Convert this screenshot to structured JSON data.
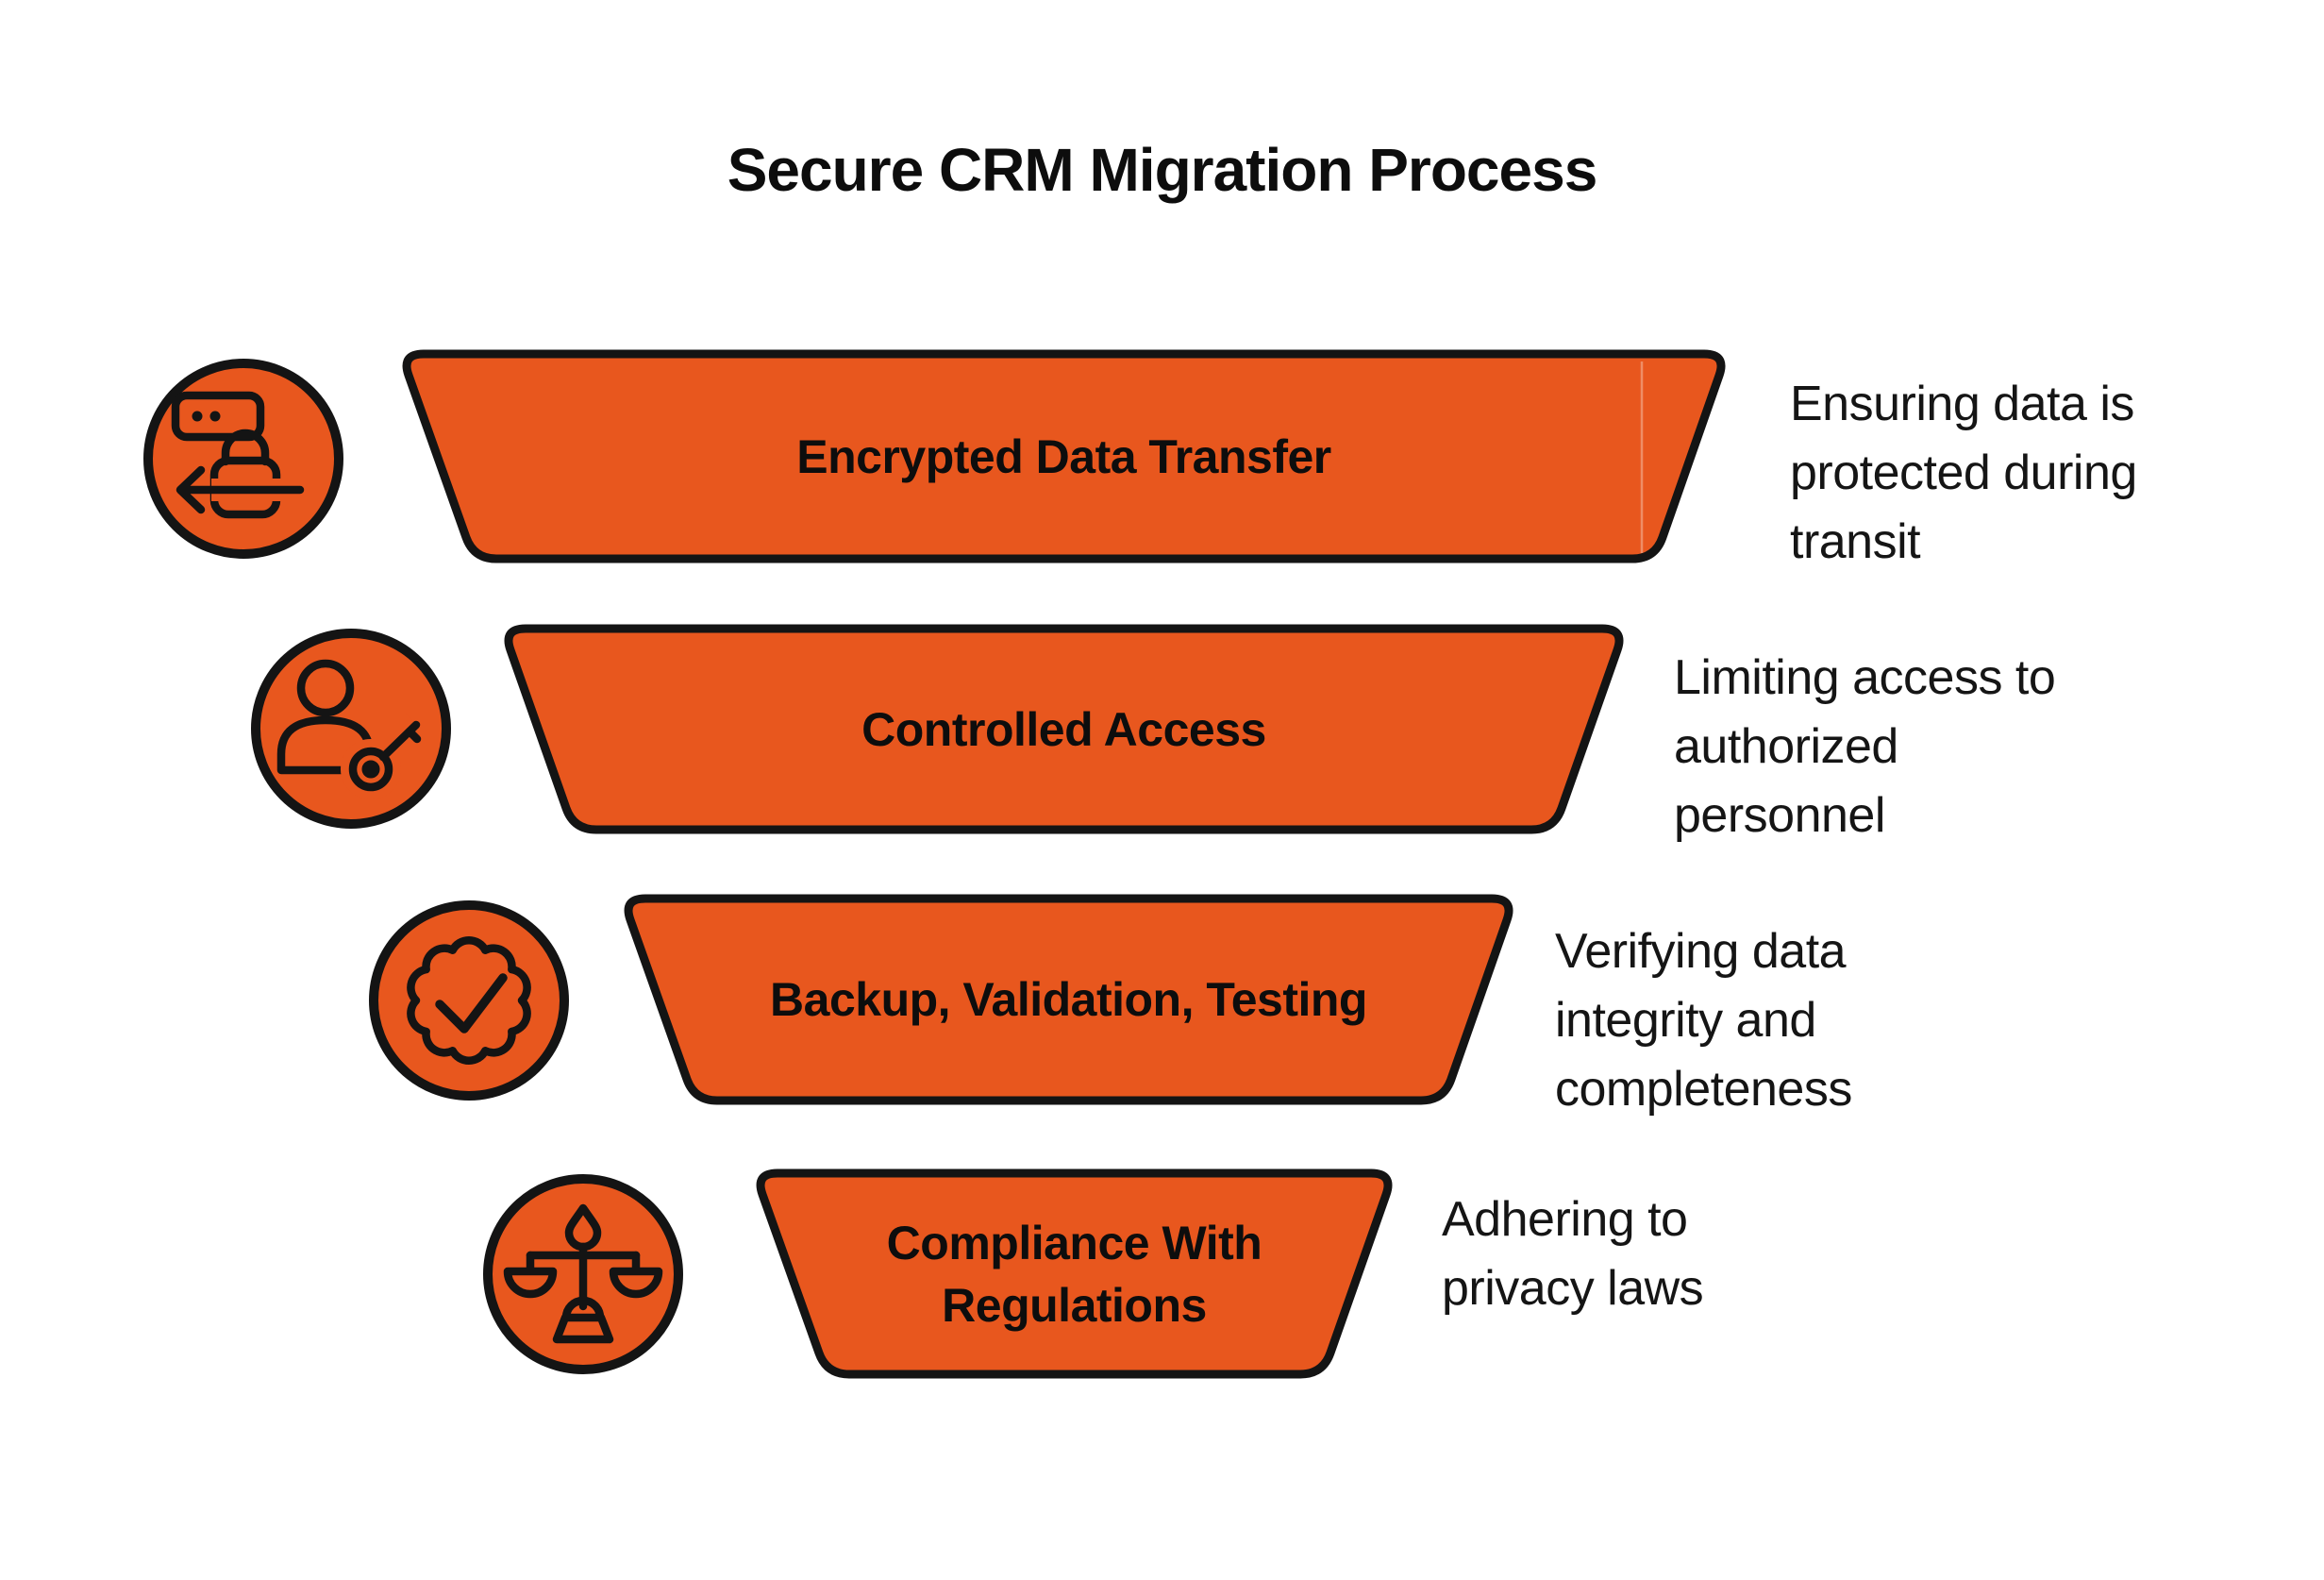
{
  "title": "Secure CRM Migration Process",
  "colors": {
    "accent": "#E8571E",
    "ink": "#141414",
    "background": "#FFFFFF",
    "text": "#141414"
  },
  "stages": [
    {
      "label": "Encrypted Data Transfer",
      "description": "Ensuring data is\nprotected during\ntransit",
      "icon": "password-lock-transfer-icon"
    },
    {
      "label": "Controlled Access",
      "description": "Limiting access to\nauthorized\npersonnel",
      "icon": "user-key-icon"
    },
    {
      "label": "Backup, Validation, Testing",
      "description": "Verifying data\nintegrity and\ncompleteness",
      "icon": "badge-check-icon"
    },
    {
      "label": "Compliance With\nRegulations",
      "description": "Adhering to\nprivacy laws",
      "icon": "scales-icon"
    }
  ]
}
